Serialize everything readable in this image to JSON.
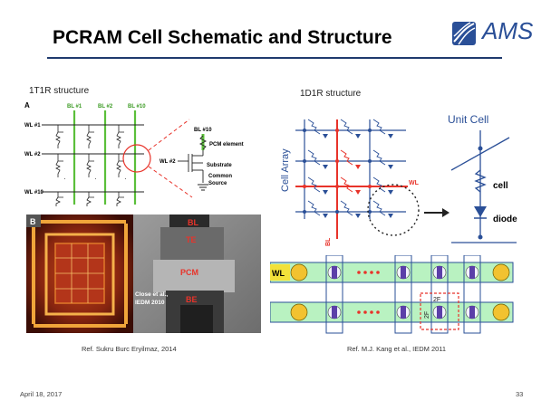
{
  "slide": {
    "title": "PCRAM Cell Schematic and Structure",
    "logo_text": "AMS",
    "date": "April 18, 2017",
    "page_number": "33"
  },
  "left": {
    "heading": "1T1R structure",
    "panel_a": "A",
    "bitlines": [
      "BL #1",
      "BL #2",
      "BL #10"
    ],
    "wordlines": [
      "WL #1",
      "WL #2",
      "WL #10"
    ],
    "inset": {
      "bl": "BL #10",
      "wl": "WL #2",
      "pcm": "PCM element",
      "substrate": "Substrate",
      "common": "Common",
      "source": "Source"
    },
    "photo_b": "B",
    "tem": {
      "bl": "BL",
      "te": "TE",
      "pcm": "PCM",
      "be": "BE",
      "citation1": "Close et al.,",
      "citation2": "IEDM 2010"
    },
    "reference": "Ref. Sukru Burc Eryilmaz, 2014"
  },
  "right": {
    "heading": "1D1R structure",
    "cell_array": "Cell Array",
    "wl": "WL",
    "bl": "BL",
    "unit_cell": "Unit Cell",
    "cell": "cell",
    "diode": "diode",
    "layout_wl": "WL",
    "two_f_top": "2F",
    "two_f_side": "2F",
    "reference": "Ref. M.J. Kang et al., IEDM 2011"
  },
  "colors": {
    "title_rule": "#1f3a6e",
    "logo": "#2a4f97",
    "bitline_green": "#5bbf3a",
    "highlight_red": "#e8332a",
    "diagram_blue": "#2a4f97",
    "layout_green": "#b9f2c1",
    "layout_yellow": "#f2c230"
  }
}
